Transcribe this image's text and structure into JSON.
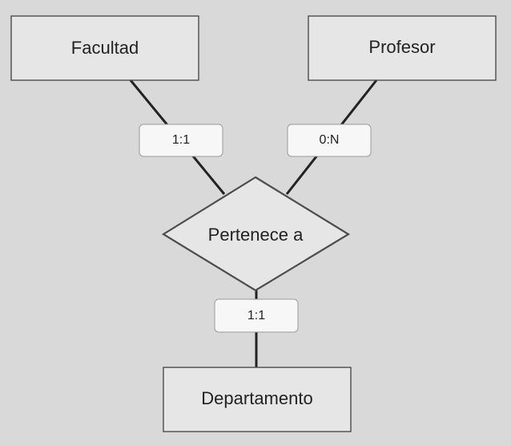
{
  "entities": {
    "facultad": "Facultad",
    "profesor": "Profesor",
    "departamento": "Departamento"
  },
  "relationship": {
    "label": "Pertenece a"
  },
  "cardinalities": {
    "facultad": "1:1",
    "profesor": "0:N",
    "departamento": "1:1"
  }
}
